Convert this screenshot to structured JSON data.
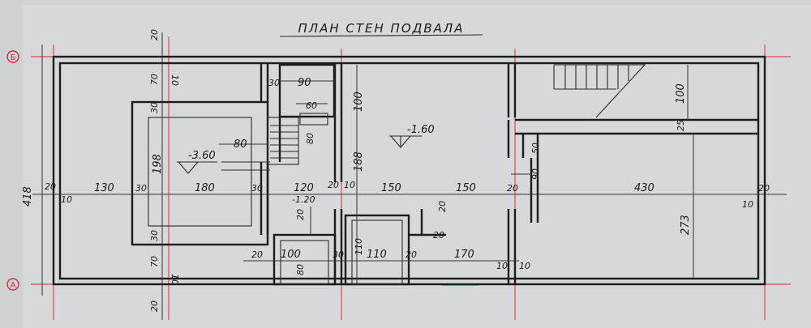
{
  "title": "ПЛАН СТЕН ПОДВАЛА",
  "axes": {
    "top": "Б",
    "bottom": "A"
  },
  "levels": {
    "main": "-1.60",
    "left": "-3.60",
    "mid": "-1.20"
  },
  "dims": {
    "top_20": "20",
    "bottom_20": "20",
    "height_total": "418",
    "left_70_top": "70",
    "left_10_top": "10",
    "left_30_top": "30",
    "left_198": "198",
    "left_30_bot": "30",
    "left_70_bot": "70",
    "left_10_bot": "10",
    "s20_left": "20",
    "s10_left": "10",
    "w130": "130",
    "w30_a": "30",
    "w180": "180",
    "w30_b": "30",
    "w120": "120",
    "w20_a": "20",
    "w10_a": "10",
    "w150_a": "150",
    "w150_b": "150",
    "w20_b": "20",
    "w430": "430",
    "w20_right": "20",
    "w10_right": "10",
    "st_30": "30",
    "st_90": "90",
    "st_60": "60",
    "st_80_h": "80",
    "st_80_v": "80",
    "v100": "100",
    "v188": "188",
    "b20": "20",
    "b100": "100",
    "b30": "30",
    "b110": "110",
    "b20b": "20",
    "b170": "170",
    "b10a": "10",
    "b10b": "10",
    "v110": "110",
    "v80": "80",
    "v20": "20",
    "v_r20": "20",
    "v_r20b": "20",
    "r100": "100",
    "r25": "25",
    "r50": "50",
    "r90": "90",
    "r273": "273"
  }
}
